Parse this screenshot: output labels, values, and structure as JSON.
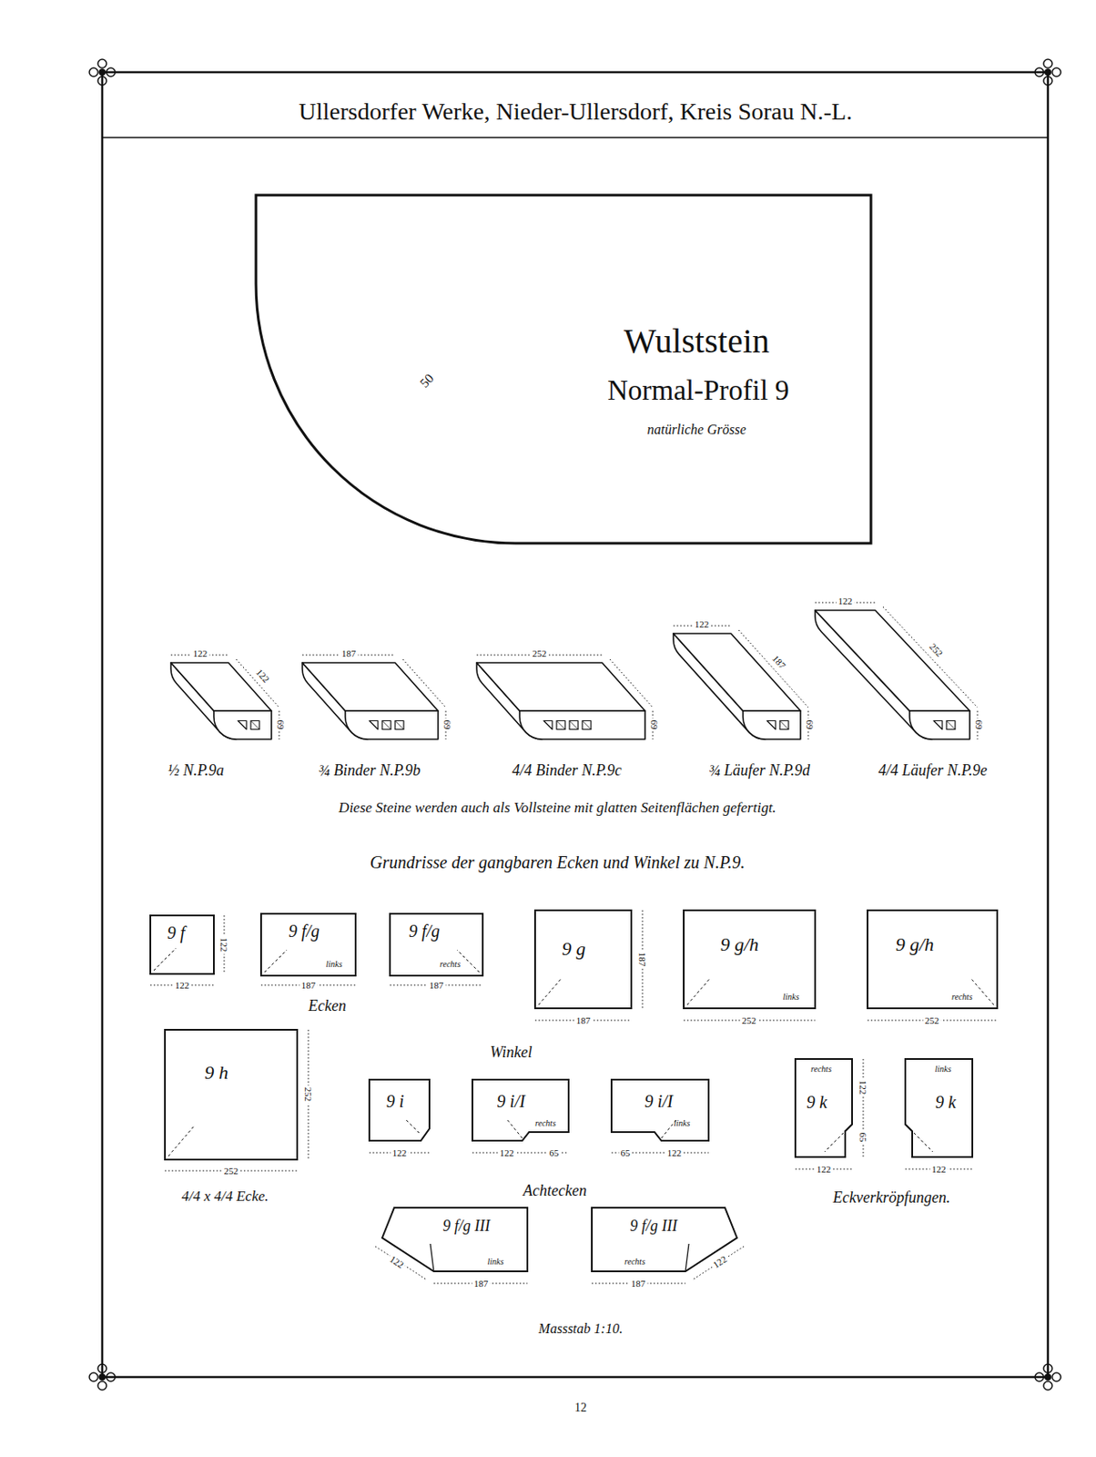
{
  "diagram": {
    "title": "Ullersdorfer Werke, Nieder-Ullersdorf, Kreis Sorau N.-L.",
    "nodes": [
      {
        "text": [
          "Wulststein",
          "Normal-Profil 9",
          "natürliche Grösse"
        ]
      },
      {
        "text": [
          "9 f"
        ]
      },
      {
        "text": [
          "9 f/g",
          "links"
        ]
      },
      {
        "text": [
          "9 f/g",
          "rechts"
        ]
      },
      {
        "text": [
          "9 g"
        ]
      },
      {
        "text": [
          "9 g/h",
          "links"
        ]
      },
      {
        "text": [
          "9 g/h",
          "rechts"
        ]
      },
      {
        "text": [
          "9 h"
        ]
      },
      {
        "text": [
          "9 i"
        ]
      },
      {
        "text": [
          "9 i/I",
          "rechts"
        ]
      },
      {
        "text": [
          "9 i/I",
          "links"
        ]
      },
      {
        "text": [
          "rechts",
          "9 k"
        ]
      },
      {
        "text": [
          "links",
          "9 k"
        ]
      },
      {
        "text": [
          "9 f/g III",
          "links"
        ]
      },
      {
        "text": [
          "9 f/g III",
          "rechts"
        ]
      }
    ],
    "labels": [
      "50",
      "122",
      "122",
      "69",
      "187",
      "69",
      "252",
      "69",
      "122",
      "187",
      "69",
      "122",
      "252",
      "69",
      "½ N.P.9a",
      "¾ Binder N.P.9b",
      "4/4 Binder N.P.9c",
      "¾ Läufer N.P.9d",
      "4/4 Läufer N.P.9e",
      "Diese Steine werden auch als Vollsteine mit glatten Seitenflächen gefertigt.",
      "Grundrisse der gangbaren Ecken und Winkel zu N.P.9.",
      "122",
      "122",
      "187",
      "187",
      "Ecken",
      "187",
      "187",
      "252",
      "252",
      "252",
      "252",
      "Winkel",
      "122",
      "122",
      "65",
      "65",
      "122",
      "122",
      "65",
      "122",
      "122",
      "4/4 x 4/4 Ecke.",
      "Achtecken",
      "Eckverkröpfungen.",
      "122",
      "187",
      "187",
      "122",
      "Massstab 1:10.",
      "12"
    ]
  }
}
